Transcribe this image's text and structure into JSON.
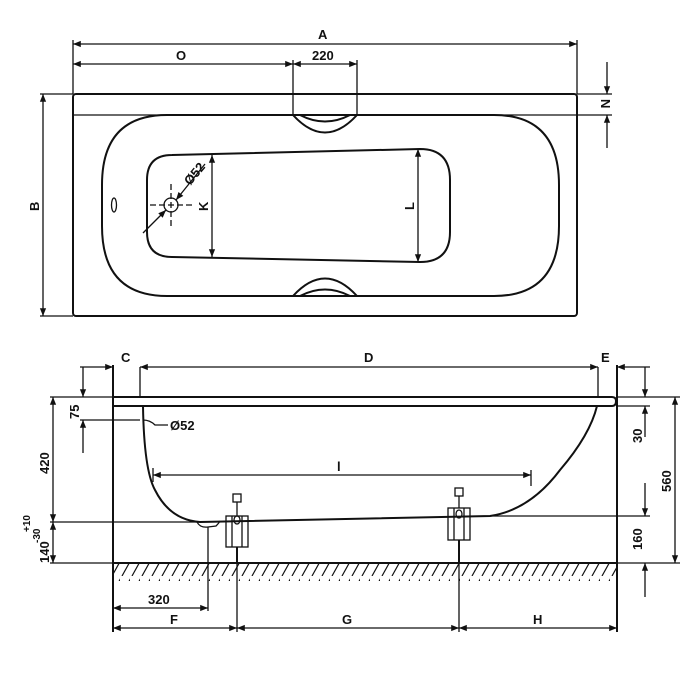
{
  "top_view": {
    "dim_A": "A",
    "dim_O": "O",
    "dim_handle": "220",
    "dim_N": "N",
    "dim_B": "B",
    "dim_K": "K",
    "dim_L": "L",
    "drain_diameter": "Ø52"
  },
  "side_view": {
    "dim_C": "C",
    "dim_D": "D",
    "dim_E": "E",
    "dim_overflow": "75",
    "overflow_diameter": "Ø52",
    "dim_depth": "420",
    "dim_floor_gap": "140",
    "dim_floor_gap_tol_plus": "+10",
    "dim_floor_gap_tol_minus": "-30",
    "dim_l": "l",
    "dim_rim": "30",
    "dim_total_height": "560",
    "dim_foot_height": "160",
    "dim_drain_offset": "320",
    "dim_F": "F",
    "dim_G": "G",
    "dim_H": "H"
  },
  "colors": {
    "line": "#111111",
    "background": "#ffffff"
  }
}
